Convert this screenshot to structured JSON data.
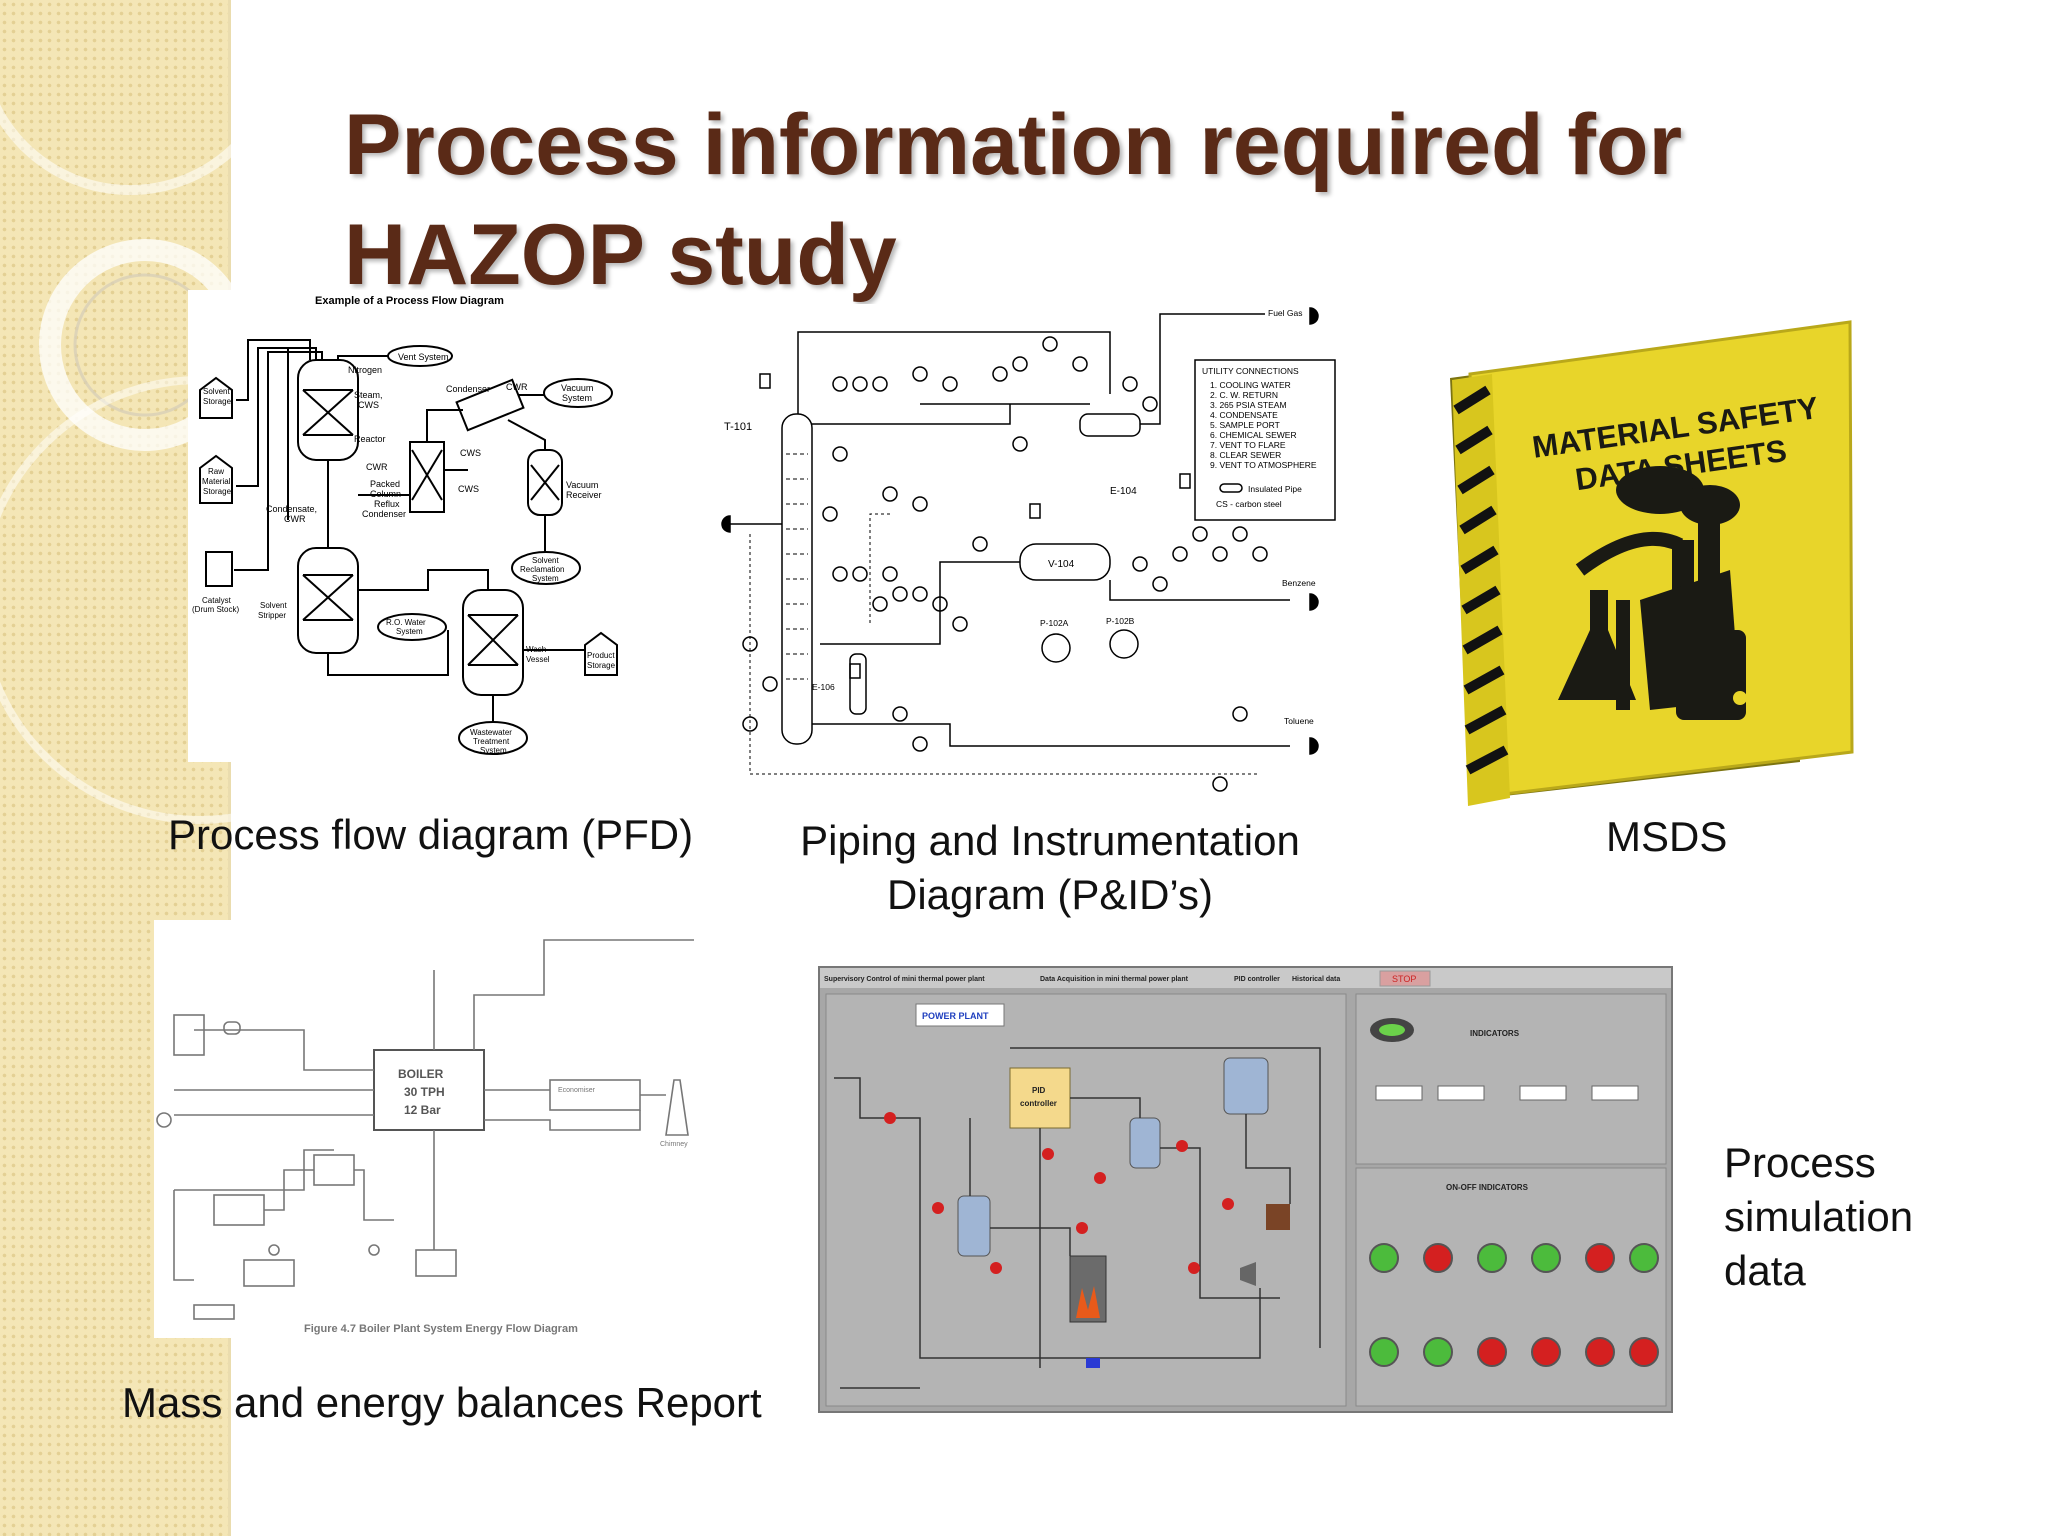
{
  "slide": {
    "title_line1": "Process information required for",
    "title_line2": "HAZOP study"
  },
  "captions": {
    "pfd": "Process flow diagram (PFD)",
    "pid_line1": "Piping and Instrumentation",
    "pid_line2": "Diagram (P&ID’s)",
    "msds": "MSDS",
    "mass_energy": "Mass and energy balances Report",
    "simulation_line1": "Process",
    "simulation_line2": "simulation",
    "simulation_line3": "data"
  },
  "pfd": {
    "title": "Example of a Process Flow Diagram",
    "labels": {
      "vent": "Vent System",
      "nitrogen": "Nitrogen",
      "steam": "Steam,",
      "cws": "CWS",
      "reactor": "Reactor",
      "condenser": "Condenser",
      "cwr": "CWR",
      "vacuum_sys1": "Vacuum",
      "vacuum_sys2": "System",
      "solvent1": "Solvent",
      "solvent2": "Storage",
      "raw1": "Raw",
      "raw2": "Material",
      "raw3": "Storage",
      "packed1": "Packed",
      "packed2": "Column",
      "packed3": "Reflux",
      "packed4": "Condenser",
      "cond1": "Condensate,",
      "cond2": "CWR",
      "vac_rec1": "Vacuum",
      "vac_rec2": "Receiver",
      "recl1": "Solvent",
      "recl2": "Reclamation",
      "recl3": "System",
      "cat1": "Catalyst",
      "cat2": "(Drum Stock)",
      "strip1": "Solvent",
      "strip2": "Stripper",
      "ro1": "R.O. Water",
      "ro2": "System",
      "wash1": "Wash",
      "wash2": "Vessel",
      "prod1": "Product",
      "prod2": "Storage",
      "ww1": "Wastewater",
      "ww2": "Treatment",
      "ww3": "System"
    }
  },
  "pid": {
    "fuel_gas": "Fuel Gas",
    "utility_title": "UTILITY CONNECTIONS",
    "utility_items": [
      "1. COOLING WATER",
      "2. C. W. RETURN",
      "3. 265 PSIA STEAM",
      "4. CONDENSATE",
      "5. SAMPLE PORT",
      "6. CHEMICAL SEWER",
      "7. VENT TO FLARE",
      "8. CLEAR SEWER",
      "9. VENT TO ATMOSPHERE"
    ],
    "insulated": "Insulated Pipe",
    "cs": "CS - carbon steel",
    "t101": "T-101",
    "e104": "E-104",
    "v104": "V-104",
    "p102a": "P-102A",
    "p102b": "P-102B",
    "e106": "E-106",
    "benzene": "Benzene",
    "toluene": "Toluene"
  },
  "msds": {
    "binder_line1": "MATERIAL SAFETY",
    "binder_line2": "DATA SHEETS"
  },
  "boiler": {
    "name": "BOILER",
    "tph": "30 TPH",
    "bar": "12 Bar",
    "figure": "Figure 4.7  Boiler Plant System Energy Flow Diagram",
    "economiser": "Economiser",
    "chimney": "Chimney"
  },
  "sim": {
    "tabs": [
      "Supervisory Control of mini thermal power plant",
      "Data Acquisition in mini thermal power plant",
      "PID controller",
      "Historical data"
    ],
    "stop": "STOP",
    "power_plant": "POWER PLANT",
    "pid_ctrl1": "PID",
    "pid_ctrl2": "controller",
    "indicators": "INDICATORS",
    "onoff": "ON-OFF INDICATORS",
    "indicator_colors": [
      "#4cbb3c",
      "#d42020",
      "#4cbb3c",
      "#4cbb3c",
      "#d42020",
      "#4cbb3c",
      "#4cbb3c",
      "#4cbb3c",
      "#d42020",
      "#d42020",
      "#d42020",
      "#d42020"
    ]
  }
}
